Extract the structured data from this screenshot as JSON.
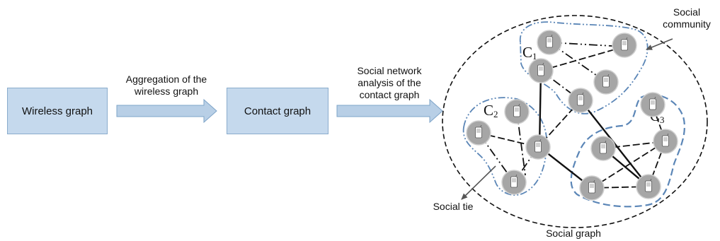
{
  "boxes": {
    "wireless": "Wireless graph",
    "contact": "Contact graph"
  },
  "arrow_labels": {
    "aggregation": [
      "Aggregation of the",
      "wireless graph"
    ],
    "sna": [
      "Social network",
      "analysis of the",
      "contact graph"
    ]
  },
  "callouts": {
    "community": [
      "Social",
      "community"
    ],
    "tie": "Social tie",
    "graph": "Social graph"
  },
  "communities": {
    "c1": {
      "letter": "C",
      "index": "1"
    },
    "c2": {
      "letter": "C",
      "index": "2"
    },
    "c3": {
      "letter": "C",
      "index": "3"
    }
  },
  "colors": {
    "box_fill": "#c5d9ed",
    "box_border": "#8aaccc",
    "arrow_fill": "#b8cfe6",
    "community_outline": "#5b86b7",
    "node_fill": "#a6a6a6",
    "edge": "#111111"
  },
  "icons": {
    "node": "mobile-phone-icon",
    "flow_arrow": "block-arrow-icon"
  }
}
